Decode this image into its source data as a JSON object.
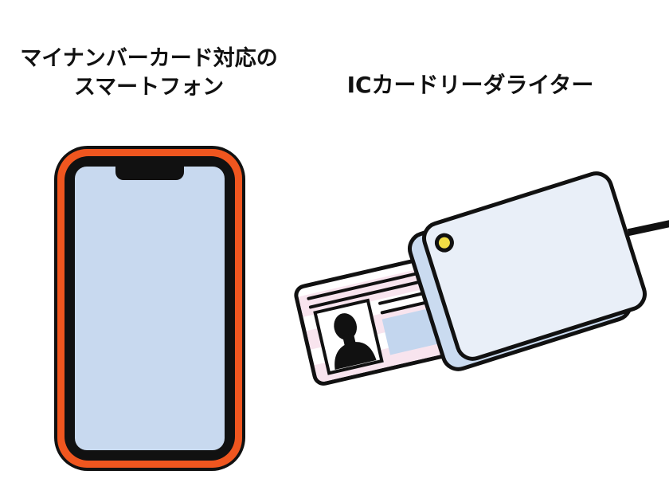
{
  "labels": {
    "smartphone_line1": "マイナンバーカード対応の",
    "smartphone_line2": "スマートフォン",
    "reader": "ICカードリーダライター"
  },
  "illustrations": {
    "smartphone": "my-number-compatible-smartphone",
    "id_card": "my-number-id-card-with-photo",
    "reader": "ic-card-reader-writer-with-cable",
    "led": "reader-status-led"
  },
  "colors": {
    "background": "#ffffff",
    "text": "#111111",
    "outline": "#111111",
    "phone-frame-orange": "#F0561F",
    "phone-screen-blue": "#C8D9EF",
    "reader-top": "#E9EFF8",
    "reader-side": "#CADBF0",
    "card-white": "#FFFFFF",
    "card-stripe-pink": "#F8E4EE",
    "card-field-blue": "#C3D6EE",
    "led-yellow": "#F2DE45"
  }
}
